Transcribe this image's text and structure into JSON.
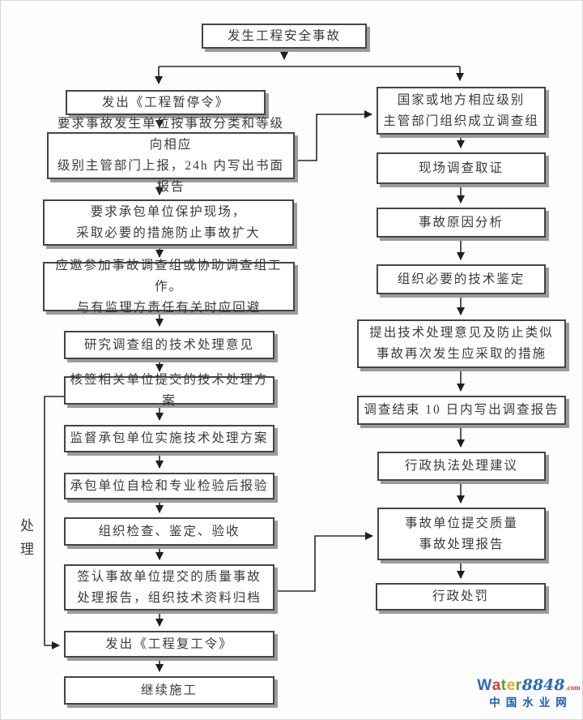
{
  "flowchart": {
    "start": {
      "label": "发生工程安全事故"
    },
    "side_label": "处理",
    "left_column": [
      {
        "label": "发出《工程暂停令》"
      },
      {
        "label": "要求事故发生单位按事故分类和等级向相应\n级别主管部门上报，24h 内写出书面报告"
      },
      {
        "label": "要求承包单位保护现场，\n采取必要的措施防止事故扩大"
      },
      {
        "label": "应邀参加事故调查组或协助调查组工作。\n与有监理方责任有关时应回避"
      },
      {
        "label": "研究调查组的技术处理意见"
      },
      {
        "label": "核签相关单位提交的技术处理方案"
      },
      {
        "label": "监督承包单位实施技术处理方案"
      },
      {
        "label": "承包单位自检和专业检验后报验"
      },
      {
        "label": "组织检查、鉴定、验收"
      },
      {
        "label": "签认事故单位提交的质量事故\n处理报告，组织技术资料归档"
      },
      {
        "label": "发出《工程复工令》"
      },
      {
        "label": "继续施工"
      }
    ],
    "right_column": [
      {
        "label": "国家或地方相应级别\n主管部门组织成立调查组"
      },
      {
        "label": "现场调查取证"
      },
      {
        "label": "事故原因分析"
      },
      {
        "label": "组织必要的技术鉴定"
      },
      {
        "label": "提出技术处理意见及防止类似\n事故再次发生应采取的措施"
      },
      {
        "label": "调查结束 10 日内写出调查报告"
      },
      {
        "label": "行政执法处理建议"
      },
      {
        "label": "事故单位提交质量\n事故处理报告"
      },
      {
        "label": "行政处罚"
      }
    ]
  },
  "watermark": {
    "letters": [
      "W",
      "a",
      "t",
      "e",
      "r"
    ],
    "number": "8848",
    "tld": ".com",
    "site_name": "中国水业网",
    "colors": {
      "blue": "#2b6ab5",
      "red": "#e0393d",
      "green": "#55a33c",
      "orange": "#f3a51f",
      "site_blue": "#1a5fb0"
    }
  }
}
